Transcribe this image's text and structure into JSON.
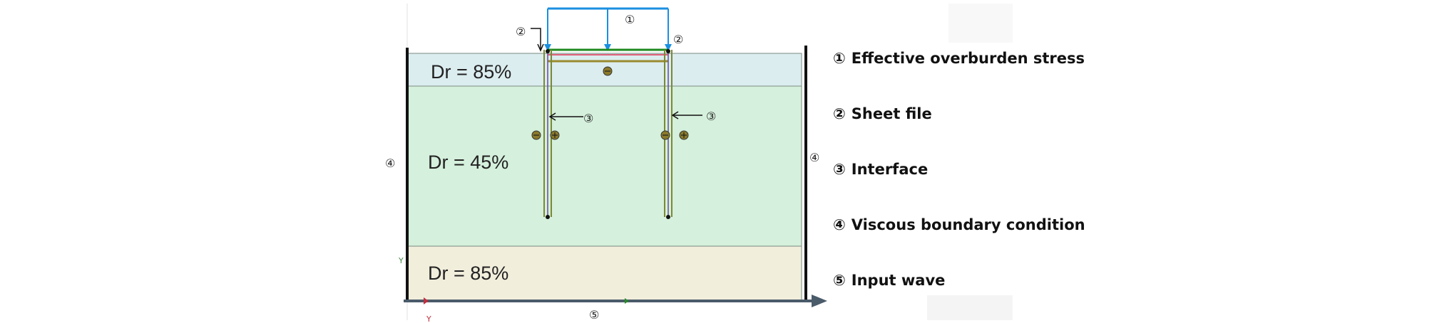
{
  "layers": [
    {
      "id": "top",
      "label": "Dr = 85%",
      "color": "#dcedf0"
    },
    {
      "id": "middle",
      "label": "Dr = 45%",
      "color": "#d5f0dc"
    },
    {
      "id": "bottom",
      "label": "Dr = 85%",
      "color": "#f1eedc"
    }
  ],
  "markers": {
    "one": "①",
    "two": "②",
    "three": "③",
    "four": "④",
    "five": "⑤"
  },
  "axis": {
    "y": "Y",
    "x": "Y"
  },
  "legend": [
    {
      "marker": "①",
      "text": "Effective overburden stress"
    },
    {
      "marker": "②",
      "text": "Sheet file"
    },
    {
      "marker": "③",
      "text": "Interface"
    },
    {
      "marker": "④",
      "text": "Viscous boundary condition"
    },
    {
      "marker": "⑤",
      "text": "Input wave"
    }
  ],
  "colors": {
    "stress_arrow": "#1a8fe0",
    "sheet_pile": "#6b7a2a",
    "beam_green": "#1e8a1e",
    "beam_red": "#e0607a",
    "beam_olive": "#9a8a30",
    "boundary": "#111111",
    "input_arrow": "#4a5b6a"
  }
}
